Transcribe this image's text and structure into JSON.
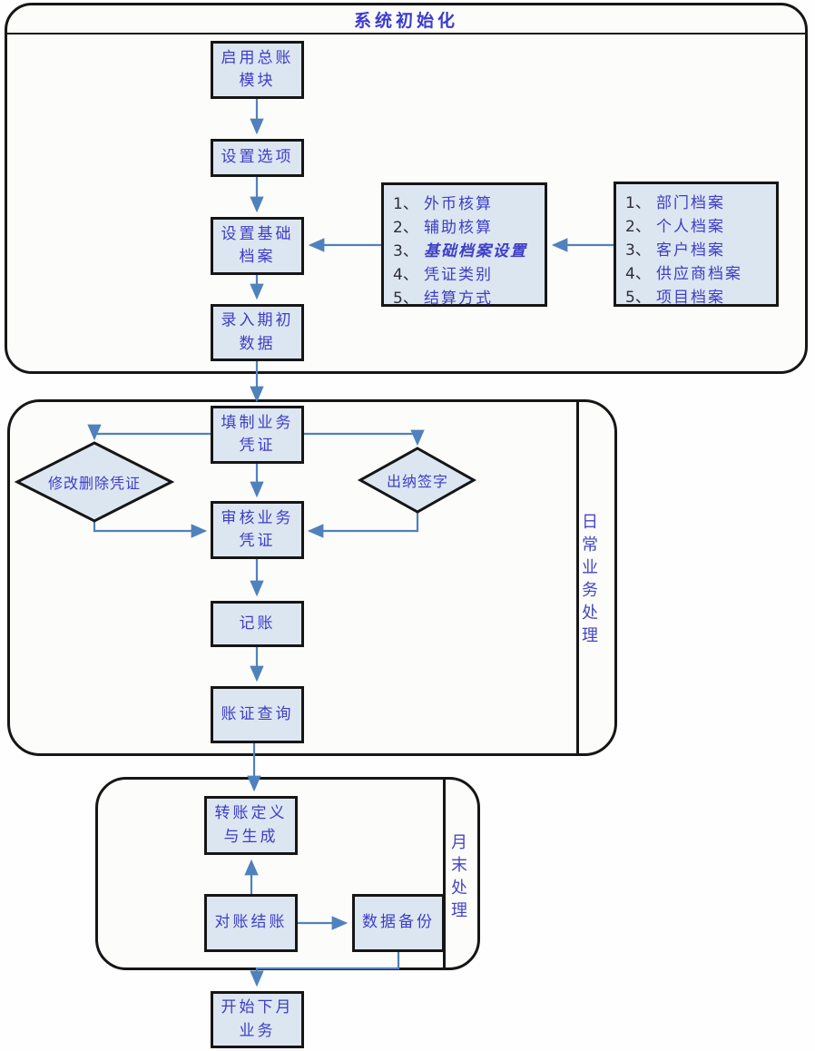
{
  "sections": {
    "init": {
      "title": "系统初始化"
    },
    "daily": {
      "label": "日常业务处理"
    },
    "monthend": {
      "label": "月末处理"
    }
  },
  "nodes": {
    "enable_gl": "启用总账\n模块",
    "set_options": "设置选项",
    "set_basic": "设置基础\n档案",
    "opening_data": "录入期初\n数据",
    "fill_voucher": "填制业务\n凭证",
    "modify_delete": "修改删除凭证",
    "cashier_sign": "出纳签字",
    "audit_voucher": "审核业务\n凭证",
    "bookkeeping": "记账",
    "query": "账证查询",
    "transfer": "转账定义\n与生成",
    "reconcile": "对账结账",
    "backup": "数据备份",
    "next_month": "开始下月\n业务"
  },
  "lists": {
    "basic_setup": {
      "items": [
        {
          "num": "1、",
          "text": "外币核算"
        },
        {
          "num": "2、",
          "text": "辅助核算"
        },
        {
          "num": "3、",
          "text": "基础档案设置"
        },
        {
          "num": "4、",
          "text": "凭证类别"
        },
        {
          "num": "5、",
          "text": "结算方式"
        }
      ]
    },
    "archives": {
      "items": [
        {
          "num": "1、",
          "text": "部门档案"
        },
        {
          "num": "2、",
          "text": "个人档案"
        },
        {
          "num": "3、",
          "text": "客户档案"
        },
        {
          "num": "4、",
          "text": "供应商档案"
        },
        {
          "num": "5、",
          "text": "项目档案"
        }
      ]
    }
  },
  "colors": {
    "box_fill": "#dce6f1",
    "line": "#4f81bd",
    "text": "#3e3ec6",
    "border": "#161616"
  }
}
